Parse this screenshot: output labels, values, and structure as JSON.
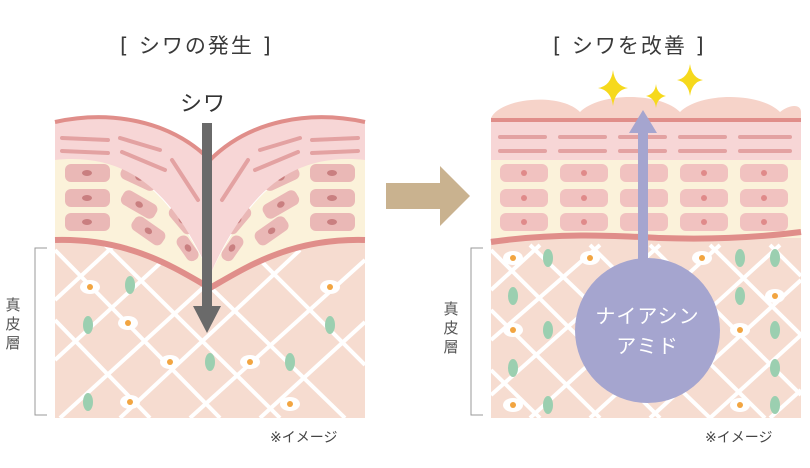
{
  "left_panel": {
    "title": "[ シワの発生 ]",
    "wrinkle_label": "シワ",
    "dermis_label": [
      "真",
      "皮",
      "層"
    ],
    "note": "※イメージ"
  },
  "right_panel": {
    "title": "[ シワを改善 ]",
    "ingredient_label": [
      "ナイアシン",
      "アミド"
    ],
    "dermis_label": [
      "真",
      "皮",
      "層"
    ],
    "note": "※イメージ"
  },
  "colors": {
    "epidermis_top": "#f2c4c4",
    "cell_fill": "#eab8b6",
    "cell_nucleus": "#c97f80",
    "basal_line": "#e08e8a",
    "cream_layer": "#fbf2da",
    "dermis_fill": "#f6dcd0",
    "collagen_line": "#ffffff",
    "fibroblast_green": "#9bcfb0",
    "fibroblast_orange": "#f2a541",
    "arrow_down": "#6a6a6a",
    "arrow_up": "#a5a5cf",
    "arrow_between": "#c9b28f",
    "sparkle": "#f6d91c",
    "niacinamide_circle": "#a5a5cf"
  }
}
